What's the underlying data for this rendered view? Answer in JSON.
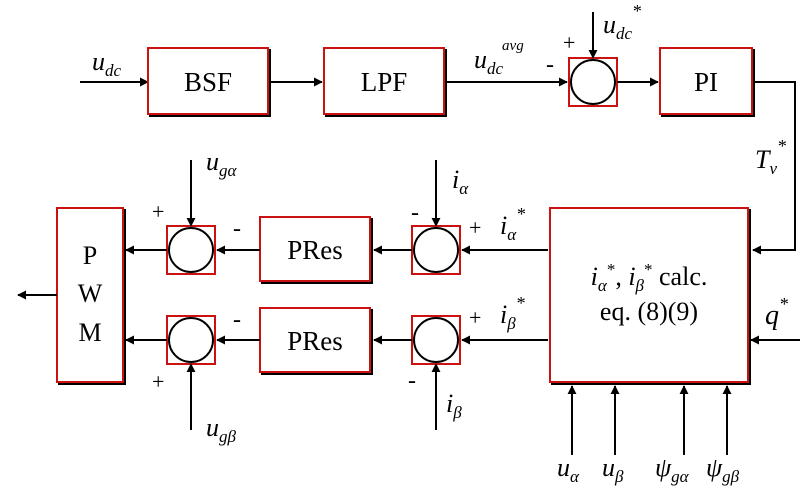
{
  "blocks": {
    "bsf": "BSF",
    "lpf": "LPF",
    "pi": "PI",
    "pres_alpha": "PRes",
    "pres_beta": "PRes",
    "pwm": [
      "P",
      "W",
      "M"
    ],
    "calc": {
      "line1_i": "i",
      "line1_alpha": "α",
      "line1_star": "*",
      "line1_sep": ", ",
      "line1_i2": "i",
      "line1_beta": "β",
      "line1_star2": "*",
      "line1_tail": " calc.",
      "line2": "eq. (8)(9)"
    }
  },
  "signals": {
    "udc": {
      "base": "u",
      "sub": "dc"
    },
    "udc_avg": {
      "base": "u",
      "sub": "dc",
      "sup": "avg"
    },
    "udc_ref": {
      "base": "u",
      "sub": "dc",
      "sup": "*"
    },
    "tv_ref": {
      "base": "T",
      "sub": "v",
      "sup": "*"
    },
    "q_ref": {
      "base": "q",
      "sup": "*"
    },
    "ialpha_ref": {
      "base": "i",
      "sub": "α",
      "sup": "*"
    },
    "ibeta_ref": {
      "base": "i",
      "sub": "β",
      "sup": "*"
    },
    "ialpha": {
      "base": "i",
      "sub": "α"
    },
    "ibeta": {
      "base": "i",
      "sub": "β"
    },
    "ugalpha": {
      "base": "u",
      "sub": "gα"
    },
    "ugbeta": {
      "base": "u",
      "sub": "gβ"
    },
    "ualpha": {
      "base": "u",
      "sub": "α"
    },
    "ubeta": {
      "base": "u",
      "sub": "β"
    },
    "psigalpha": {
      "base": "ψ",
      "sub": "gα"
    },
    "psigbeta": {
      "base": "ψ",
      "sub": "gβ"
    }
  },
  "signs": {
    "plus": "+",
    "minus": "-"
  }
}
